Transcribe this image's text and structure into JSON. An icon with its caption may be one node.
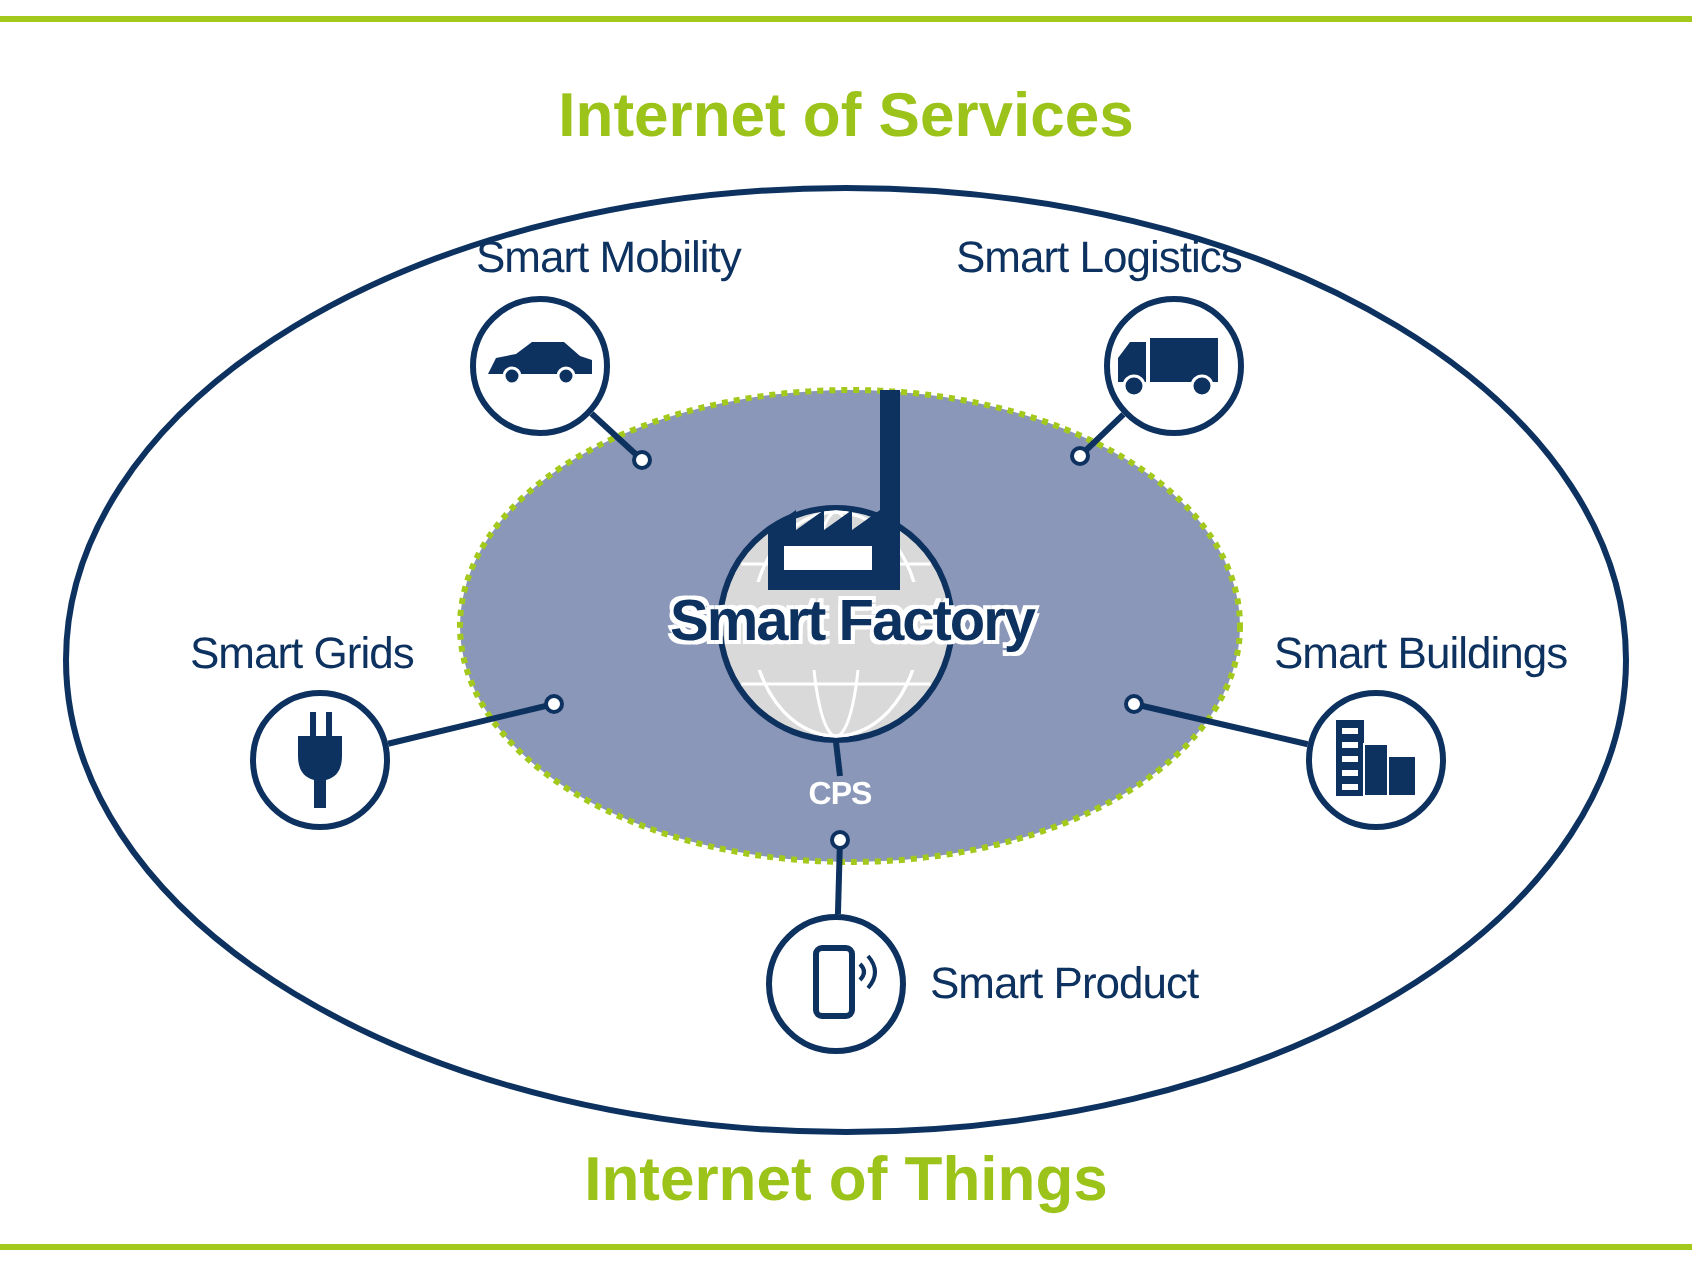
{
  "diagram": {
    "nodes": [
      {
        "text": [
          "Internet of Services",
          "Internet of Things"
        ]
      },
      {
        "text": [],
        "shape": "ellipse",
        "in": 0
      },
      {
        "text": [
          "Smart Factory"
        ],
        "in": 1
      },
      {
        "text": [
          "CPS"
        ],
        "in": 1
      },
      {
        "text": [
          "Smart Mobility"
        ],
        "in": 0
      },
      {
        "text": [
          "Smart Logistics"
        ],
        "in": 0
      },
      {
        "text": [
          "Smart Grids"
        ],
        "in": 0
      },
      {
        "text": [
          "Smart Buildings"
        ],
        "in": 0
      },
      {
        "text": [
          "Smart Product"
        ],
        "in": 0
      }
    ],
    "edges": [
      {
        "from": 2,
        "to": 3,
        "arrow": "none"
      },
      {
        "from": 4,
        "to": 1,
        "arrow": "other"
      },
      {
        "from": 5,
        "to": 1,
        "arrow": "other"
      },
      {
        "from": 6,
        "to": 1,
        "arrow": "other"
      },
      {
        "from": 7,
        "to": 1,
        "arrow": "other"
      },
      {
        "from": 8,
        "to": 1,
        "arrow": "other"
      }
    ]
  }
}
